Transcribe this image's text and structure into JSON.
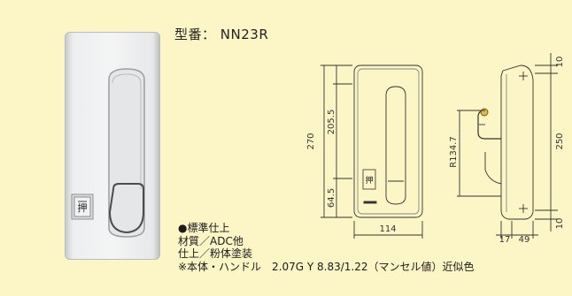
{
  "model": {
    "label": "型番：",
    "value": "NN23R"
  },
  "spec": {
    "heading": "●標準仕上",
    "material": "材質／ADC他",
    "finish": "仕上／粉体塗装",
    "color_note": "※本体・ハンドル　2.07G Y 8.83/1.22（マンセル値）近似色"
  },
  "front_view": {
    "overall_height": "270",
    "upper_height": "205.5",
    "lower_height": "64.5",
    "width": "114",
    "placard_text": "押"
  },
  "side_view": {
    "radius": "R134.7",
    "height": "250",
    "top_offset": "10",
    "bottom_offset": "10",
    "depth_front": "17",
    "depth_back": "49"
  },
  "photo": {
    "placard_text": "押"
  }
}
